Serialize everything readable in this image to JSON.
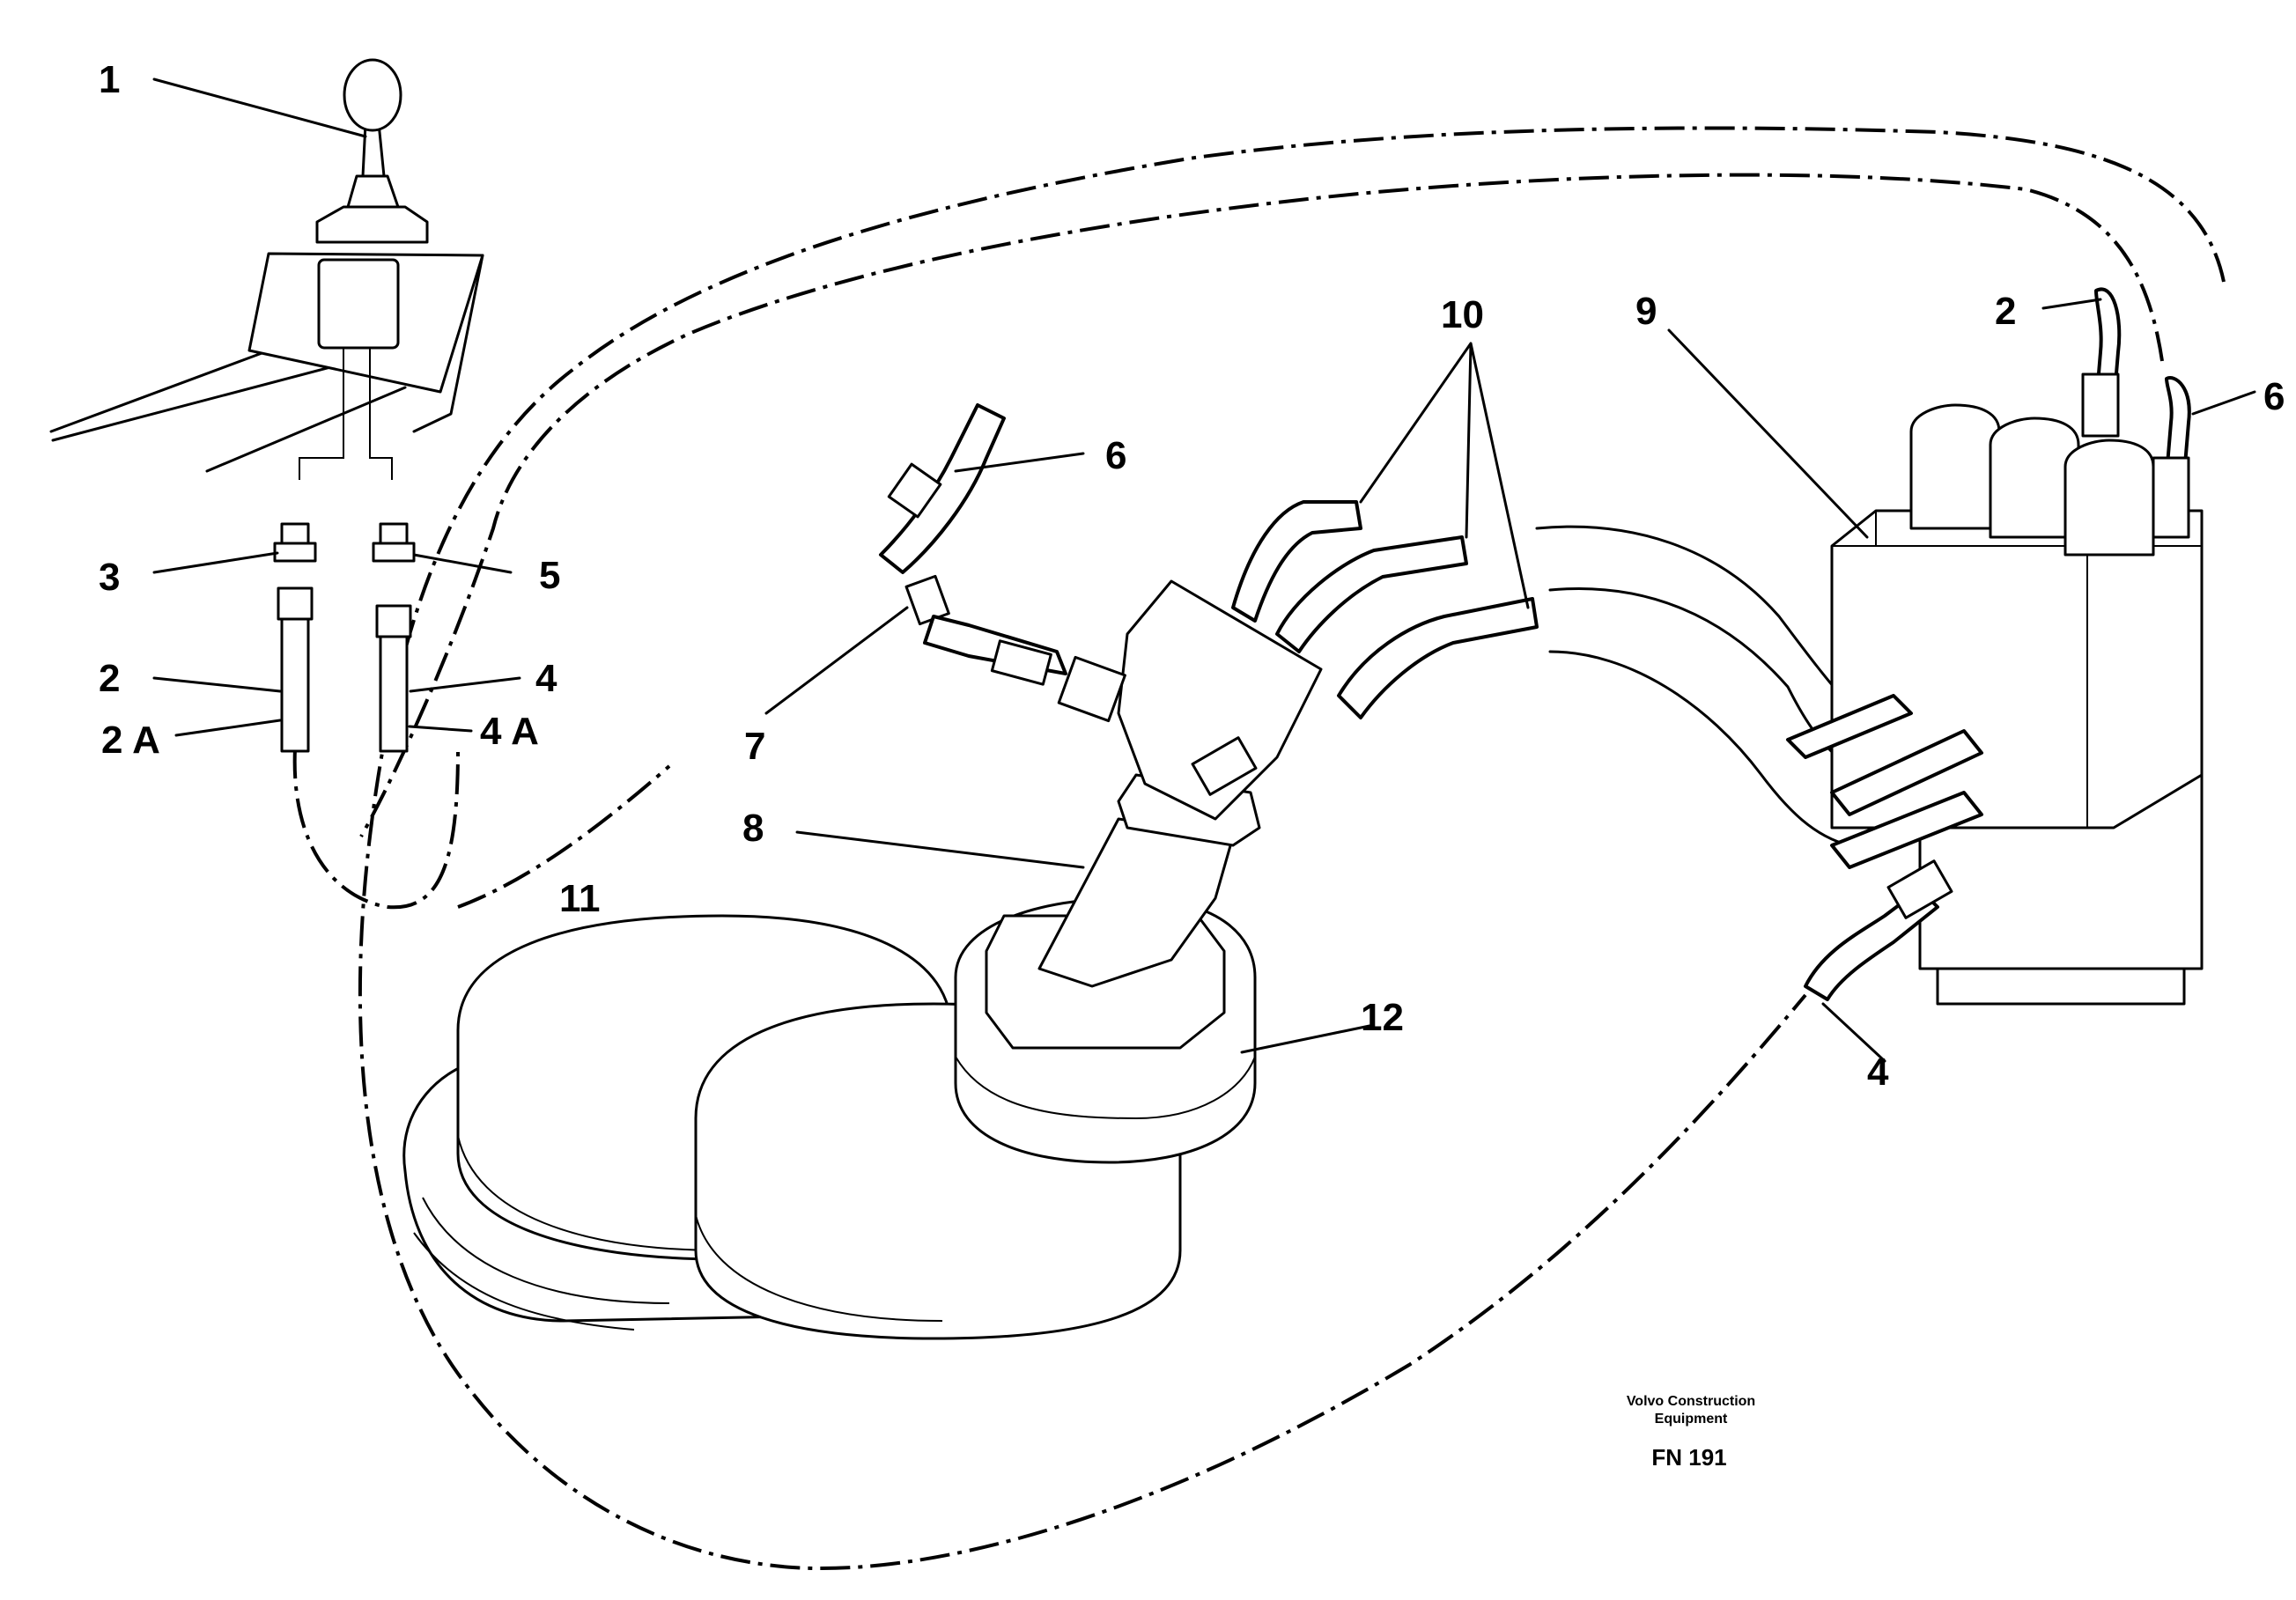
{
  "callouts": [
    {
      "id": "c1",
      "text": "1"
    },
    {
      "id": "c2-left",
      "text": "2"
    },
    {
      "id": "c2a",
      "text": "2 A"
    },
    {
      "id": "c3",
      "text": "3"
    },
    {
      "id": "c4-left",
      "text": "4"
    },
    {
      "id": "c4a",
      "text": "4 A"
    },
    {
      "id": "c5",
      "text": "5"
    },
    {
      "id": "c6-mid",
      "text": "6"
    },
    {
      "id": "c7",
      "text": "7"
    },
    {
      "id": "c8",
      "text": "8"
    },
    {
      "id": "c9",
      "text": "9"
    },
    {
      "id": "c10",
      "text": "10"
    },
    {
      "id": "c11",
      "text": "11"
    },
    {
      "id": "c12",
      "text": "12"
    },
    {
      "id": "c2-right",
      "text": "2"
    },
    {
      "id": "c6-right",
      "text": "6"
    },
    {
      "id": "c4-right",
      "text": "4"
    }
  ],
  "credit": {
    "line1": "Volvo Construction",
    "line2": "Equipment",
    "code": "FN 191"
  }
}
